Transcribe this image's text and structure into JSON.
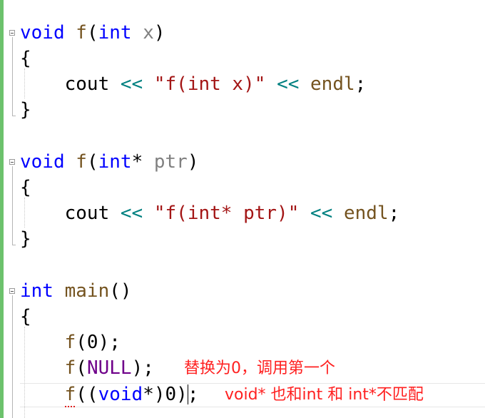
{
  "code": {
    "lines": [
      {
        "tokens": [
          {
            "c": "kw",
            "t": "void"
          },
          {
            "c": "",
            "t": " "
          },
          {
            "c": "fn",
            "t": "f"
          },
          {
            "c": "",
            "t": "("
          },
          {
            "c": "kw",
            "t": "int"
          },
          {
            "c": "",
            "t": " "
          },
          {
            "c": "param",
            "t": "x"
          },
          {
            "c": "",
            "t": ")"
          }
        ]
      },
      {
        "tokens": [
          {
            "c": "",
            "t": "{"
          }
        ]
      },
      {
        "tokens": [
          {
            "c": "",
            "t": "    cout "
          },
          {
            "c": "op",
            "t": "<<"
          },
          {
            "c": "",
            "t": " "
          },
          {
            "c": "str",
            "t": "\"f(int x)\""
          },
          {
            "c": "",
            "t": " "
          },
          {
            "c": "op",
            "t": "<<"
          },
          {
            "c": "",
            "t": " "
          },
          {
            "c": "fn",
            "t": "endl"
          },
          {
            "c": "",
            "t": ";"
          }
        ]
      },
      {
        "tokens": [
          {
            "c": "",
            "t": "}"
          }
        ]
      },
      {
        "tokens": []
      },
      {
        "tokens": [
          {
            "c": "kw",
            "t": "void"
          },
          {
            "c": "",
            "t": " "
          },
          {
            "c": "fn",
            "t": "f"
          },
          {
            "c": "",
            "t": "("
          },
          {
            "c": "kw",
            "t": "int"
          },
          {
            "c": "",
            "t": "* "
          },
          {
            "c": "param",
            "t": "ptr"
          },
          {
            "c": "",
            "t": ")"
          }
        ]
      },
      {
        "tokens": [
          {
            "c": "",
            "t": "{"
          }
        ]
      },
      {
        "tokens": [
          {
            "c": "",
            "t": "    cout "
          },
          {
            "c": "op",
            "t": "<<"
          },
          {
            "c": "",
            "t": " "
          },
          {
            "c": "str",
            "t": "\"f(int* ptr)\""
          },
          {
            "c": "",
            "t": " "
          },
          {
            "c": "op",
            "t": "<<"
          },
          {
            "c": "",
            "t": " "
          },
          {
            "c": "fn",
            "t": "endl"
          },
          {
            "c": "",
            "t": ";"
          }
        ]
      },
      {
        "tokens": [
          {
            "c": "",
            "t": "}"
          }
        ]
      },
      {
        "tokens": []
      },
      {
        "tokens": [
          {
            "c": "kw",
            "t": "int"
          },
          {
            "c": "",
            "t": " "
          },
          {
            "c": "fn",
            "t": "main"
          },
          {
            "c": "",
            "t": "()"
          }
        ]
      },
      {
        "tokens": [
          {
            "c": "",
            "t": "{"
          }
        ]
      },
      {
        "tokens": [
          {
            "c": "",
            "t": "    "
          },
          {
            "c": "fn",
            "t": "f"
          },
          {
            "c": "",
            "t": "(0);"
          }
        ]
      },
      {
        "tokens": [
          {
            "c": "",
            "t": "    "
          },
          {
            "c": "fn",
            "t": "f"
          },
          {
            "c": "",
            "t": "("
          },
          {
            "c": "macro",
            "t": "NULL"
          },
          {
            "c": "",
            "t": ");"
          }
        ]
      },
      {
        "tokens": [
          {
            "c": "",
            "t": "    "
          },
          {
            "c": "fn",
            "t": "f"
          },
          {
            "c": "",
            "t": "(("
          },
          {
            "c": "kw",
            "t": "void"
          },
          {
            "c": "",
            "t": "*)0);"
          }
        ]
      }
    ]
  },
  "annotations": {
    "note1": "替换为0，调用第一个",
    "note2": "void* 也和int 和 int*不匹配"
  },
  "colors": {
    "keyword": "#0000ff",
    "function": "#74531f",
    "parameter": "#808080",
    "string": "#a31515",
    "operator": "#008080",
    "macro": "#6f008a",
    "annotation": "#ff2020",
    "change_bar": "#6cc26c"
  }
}
